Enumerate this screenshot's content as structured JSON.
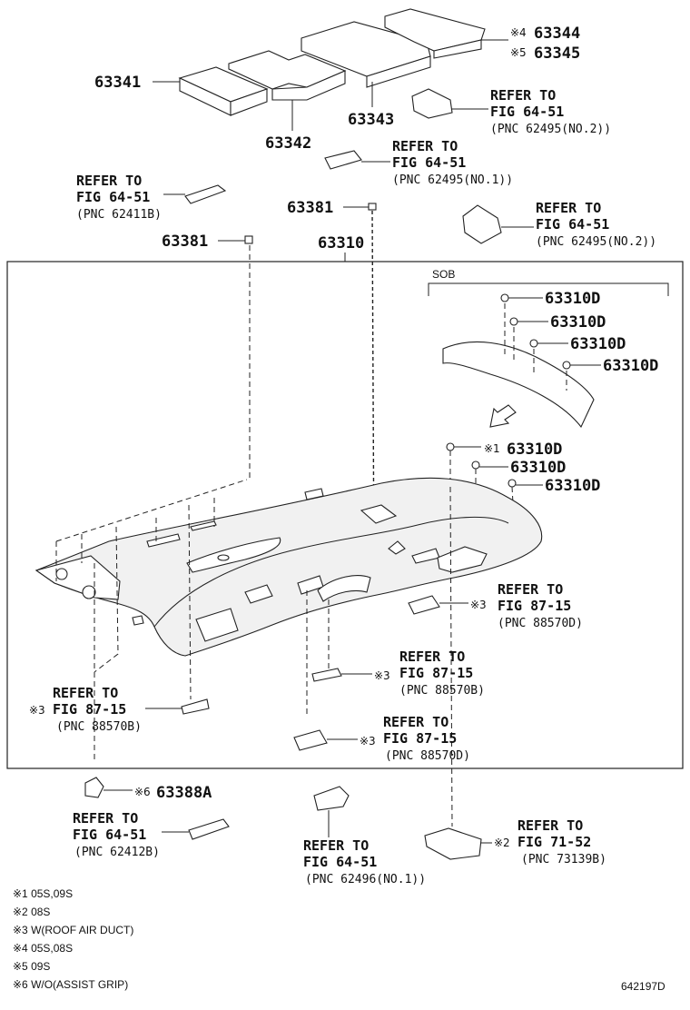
{
  "parts": {
    "p63341": "63341",
    "p63342": "63342",
    "p63343": "63343",
    "p63344": "63344",
    "p63345": "63345",
    "p63310": "63310",
    "p63381": "63381",
    "p63310d": "63310D",
    "p63388a": "63388A"
  },
  "marks": {
    "m1": "※1",
    "m2": "※2",
    "m3": "※3",
    "m4": "※4",
    "m5": "※5",
    "m6": "※6"
  },
  "refs": {
    "refer_to": "REFER TO",
    "fig_64_51": "FIG 64-51",
    "fig_87_15": "FIG 87-15",
    "fig_71_52": "FIG 71-52",
    "pnc_62495_no2": "(PNC 62495(NO.2))",
    "pnc_62495_no1": "(PNC 62495(NO.1))",
    "pnc_62411b": "(PNC 62411B)",
    "pnc_88570d": "(PNC 88570D)",
    "pnc_88570b": "(PNC 88570B)",
    "pnc_62412b": "(PNC 62412B)",
    "pnc_62496_no1": "(PNC 62496(NO.1))",
    "pnc_73139b": "(PNC 73139B)"
  },
  "sob": "SOB",
  "notes": [
    "※1 05S,09S",
    "※2 08S",
    "※3 W(ROOF AIR DUCT)",
    "※4 05S,08S",
    "※5 09S",
    "※6 W/O(ASSIST GRIP)"
  ],
  "diagram_code": "642197D"
}
